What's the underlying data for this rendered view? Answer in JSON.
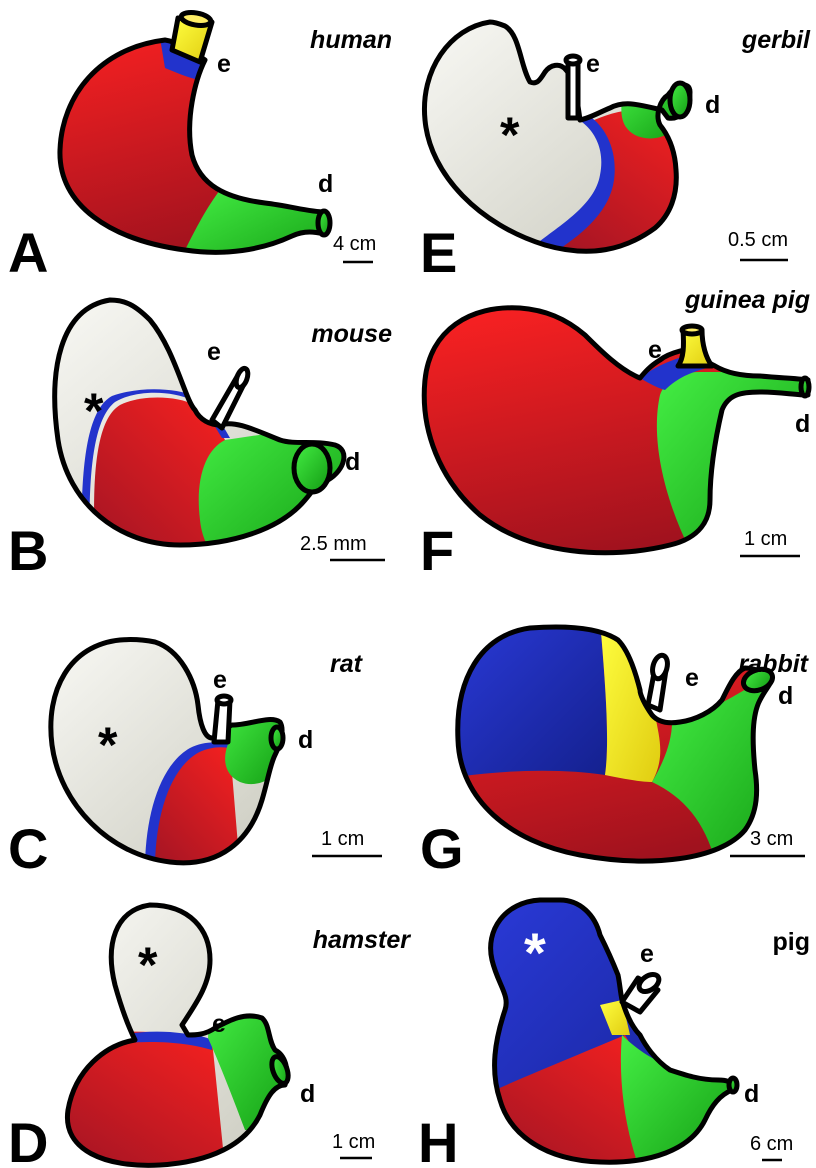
{
  "figure": {
    "colors": {
      "fundic_red": "#ee1c1c",
      "antral_green": "#22cc22",
      "cardiac_blue": "#2233cc",
      "esophageal_yellow": "#ffee22",
      "nonglandular_white": "#f2f2ec",
      "outline": "#000000"
    },
    "marker_esophagus": "e",
    "marker_duodenum": "d",
    "marker_nonglandular": "*",
    "panels": [
      {
        "id": "A",
        "species": "human",
        "scale_bar": "4 cm"
      },
      {
        "id": "B",
        "species": "mouse",
        "scale_bar": "2.5 mm"
      },
      {
        "id": "C",
        "species": "rat",
        "scale_bar": "1 cm"
      },
      {
        "id": "D",
        "species": "hamster",
        "scale_bar": "1 cm"
      },
      {
        "id": "E",
        "species": "gerbil",
        "scale_bar": "0.5 cm"
      },
      {
        "id": "F",
        "species": "guinea pig",
        "scale_bar": "1 cm"
      },
      {
        "id": "G",
        "species": "rabbit",
        "scale_bar": "3 cm"
      },
      {
        "id": "H",
        "species": "pig",
        "scale_bar": "6 cm"
      }
    ]
  }
}
